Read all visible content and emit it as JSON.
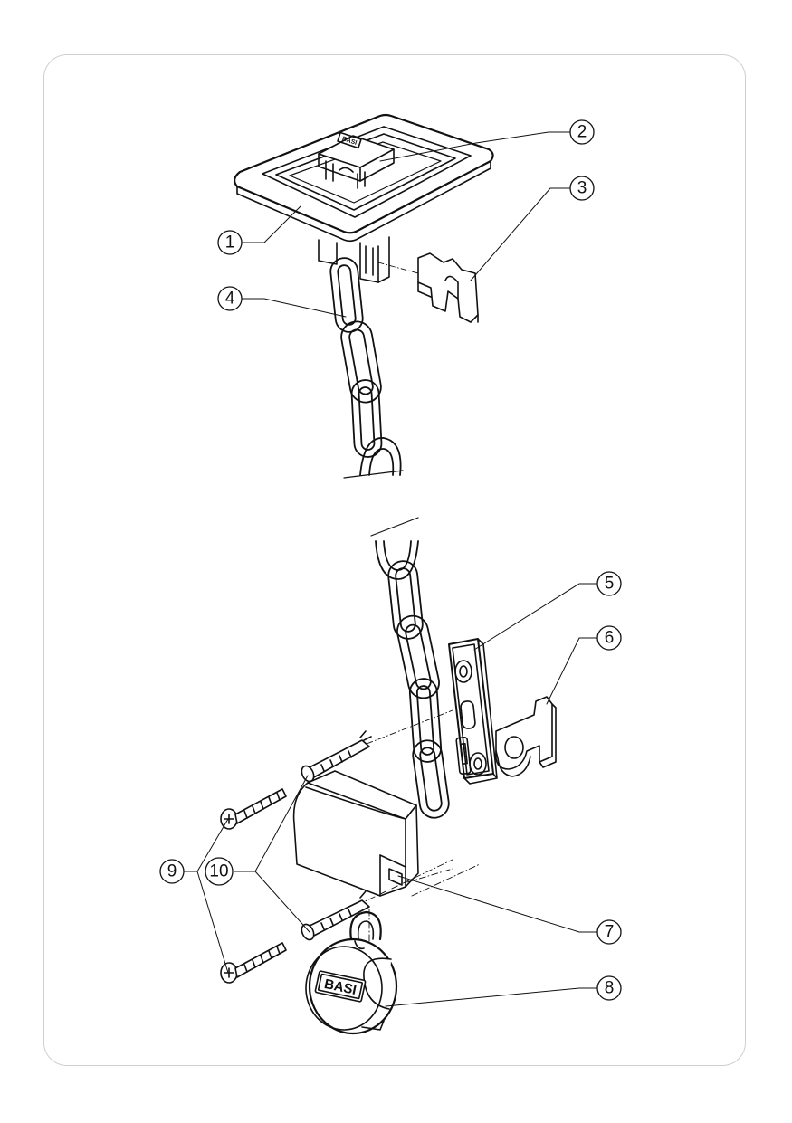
{
  "diagram": {
    "callouts": [
      {
        "id": "1",
        "label": "1"
      },
      {
        "id": "2",
        "label": "2"
      },
      {
        "id": "3",
        "label": "3"
      },
      {
        "id": "4",
        "label": "4"
      },
      {
        "id": "5",
        "label": "5"
      },
      {
        "id": "6",
        "label": "6"
      },
      {
        "id": "7",
        "label": "7"
      },
      {
        "id": "8",
        "label": "8"
      },
      {
        "id": "9",
        "label": "9"
      },
      {
        "id": "10",
        "label": "10"
      }
    ],
    "plate_logo": "BASI",
    "padlock_logo": "BASI"
  }
}
